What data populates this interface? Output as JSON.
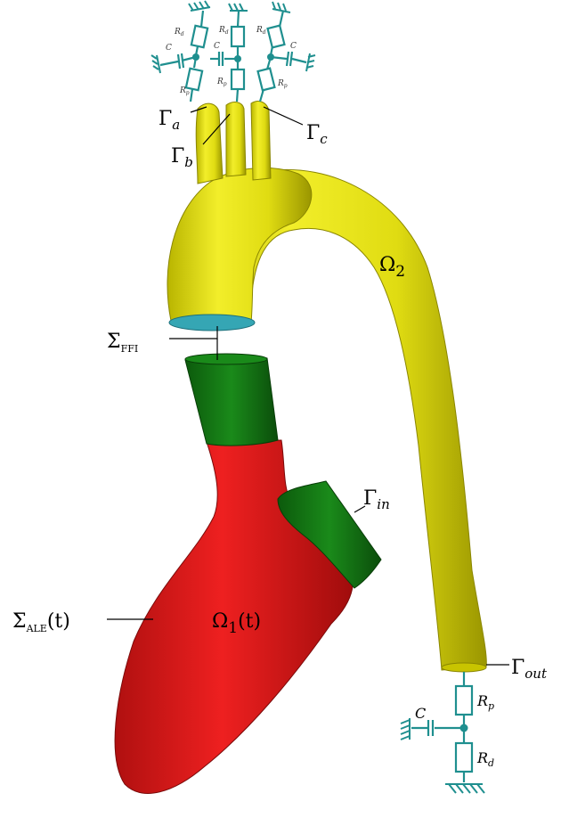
{
  "labels": {
    "gamma_a": {
      "main": "Γ",
      "sub": "a"
    },
    "gamma_b": {
      "main": "Γ",
      "sub": "b"
    },
    "gamma_c": {
      "main": "Γ",
      "sub": "c"
    },
    "omega2": {
      "main": "Ω",
      "sub": "2"
    },
    "sigma_ffi": {
      "main": "Σ",
      "sub": "FFI"
    },
    "gamma_in": {
      "main": "Γ",
      "sub": "in"
    },
    "sigma_ale": {
      "main": "Σ",
      "sub": "ALE",
      "arg": "(t)"
    },
    "omega1": {
      "main": "Ω",
      "sub": "1",
      "arg": "(t)"
    },
    "gamma_out": {
      "main": "Γ",
      "sub": "out"
    }
  },
  "circuit_labels": {
    "rd": {
      "main": "R",
      "sub": "d"
    },
    "rp": {
      "main": "R",
      "sub": "p"
    },
    "c": "C"
  },
  "colors": {
    "aorta": "#e6e213",
    "aorta_shade": "#a8a400",
    "ventricle": "#e01818",
    "ventricle_shade": "#9a0d0d",
    "interface_green": "#127a12",
    "interface_green_dark": "#0b4d0b",
    "ffi_disc": "#35a6b4",
    "circuit": "#1f8f8f"
  }
}
